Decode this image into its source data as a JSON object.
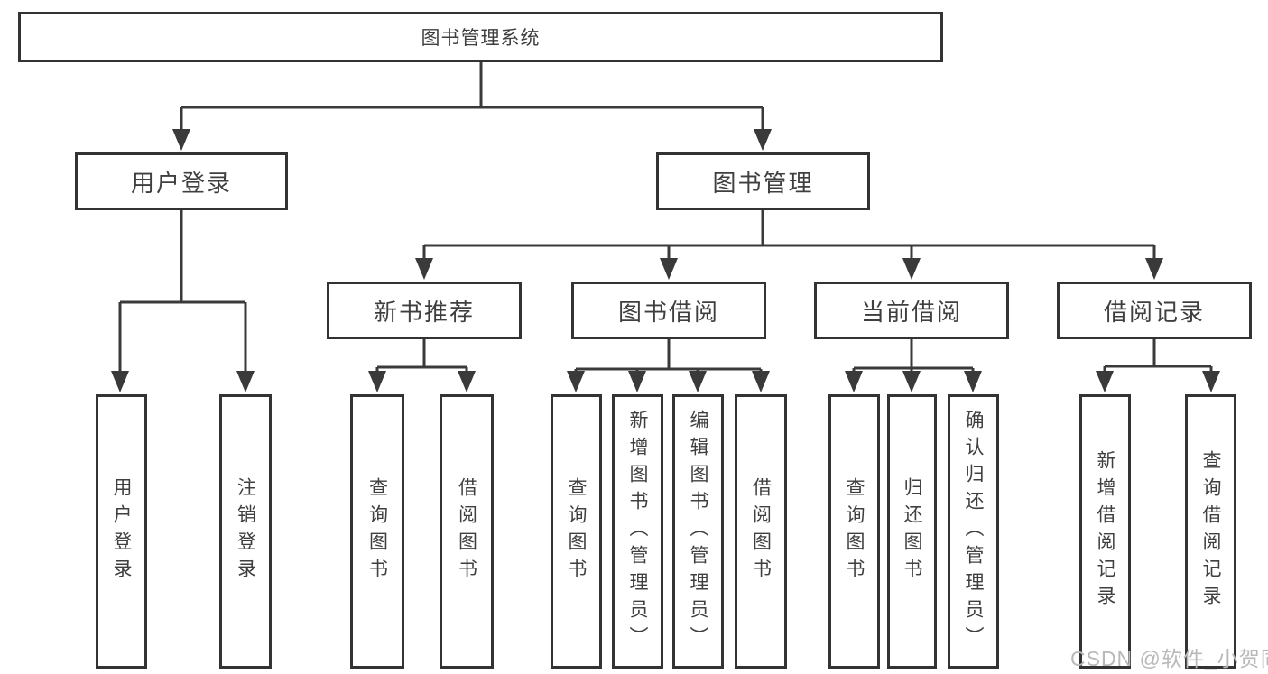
{
  "tree": {
    "root": {
      "label": "图书管理系统",
      "children": [
        {
          "label": "用户登录",
          "children": [
            {
              "label": "用户登录"
            },
            {
              "label": "注销登录"
            }
          ]
        },
        {
          "label": "图书管理",
          "children": [
            {
              "label": "新书推荐",
              "children": [
                {
                  "label": "查询图书"
                },
                {
                  "label": "借阅图书"
                }
              ]
            },
            {
              "label": "图书借阅",
              "children": [
                {
                  "label": "查询图书"
                },
                {
                  "label": "新增图书（管理员）"
                },
                {
                  "label": "编辑图书（管理员）"
                },
                {
                  "label": "借阅图书"
                }
              ]
            },
            {
              "label": "当前借阅",
              "children": [
                {
                  "label": "查询图书"
                },
                {
                  "label": "归还图书"
                },
                {
                  "label": "确认归还（管理员）"
                }
              ]
            },
            {
              "label": "借阅记录",
              "children": [
                {
                  "label": "新增借阅记录"
                },
                {
                  "label": "查询借阅记录"
                }
              ]
            }
          ]
        }
      ]
    }
  },
  "watermark": {
    "text": "CSDN @软件_小贺同学"
  },
  "colors": {
    "line": "#3a3a3a",
    "box_border": "#333333",
    "text": "#3f3f3f",
    "watermark": "#b9b9b9",
    "background": "#ffffff"
  }
}
